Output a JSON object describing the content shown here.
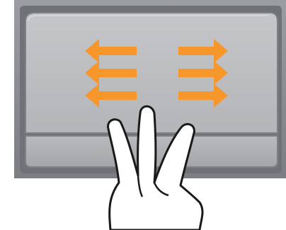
{
  "illustration": {
    "subject": "touchpad-three-finger-swipe",
    "gesture": {
      "fingers": 3,
      "directions": [
        "left",
        "right"
      ],
      "arrows_per_side": 3
    },
    "colors": {
      "page_background": "#ffffff",
      "laptop_frame": "#8c8f93",
      "laptop_frame_dark": "#5e6165",
      "touchpad_surface": "#b9bbbe",
      "touchpad_surface_light": "#c6c8cb",
      "touchpad_border": "#7d8084",
      "button_bar": "#aeb0b3",
      "arrow": "#f7962b",
      "hand_fill": "#ffffff",
      "hand_outline": "#1a1a1a"
    }
  }
}
